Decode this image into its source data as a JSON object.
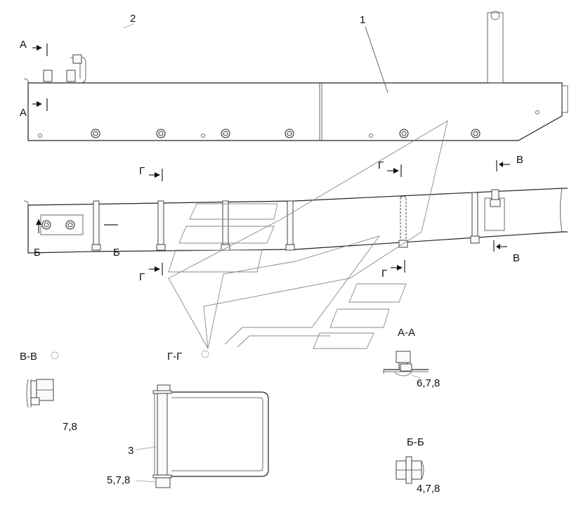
{
  "labels": {
    "item_1": "1",
    "item_2": "2",
    "item_3": "3",
    "section_a_top": "А",
    "section_a_mid": "А",
    "section_b_left": "Б",
    "section_b_right": "Б",
    "section_v_top": "В",
    "section_v_bottom": "В",
    "section_g_top_left": "Г",
    "section_g_top_right": "Г",
    "section_g_bottom_left": "Г",
    "section_g_bottom_right": "Г",
    "view_aa_title": "А-А",
    "view_aa_parts": "6,7,8",
    "view_vv_title": "В-В",
    "view_vv_parts": "7,8",
    "view_gg_title": "Г-Г",
    "view_gg_parts": "5,7,8",
    "view_bb_title": "Б-Б",
    "view_bb_parts": "4,7,8"
  }
}
